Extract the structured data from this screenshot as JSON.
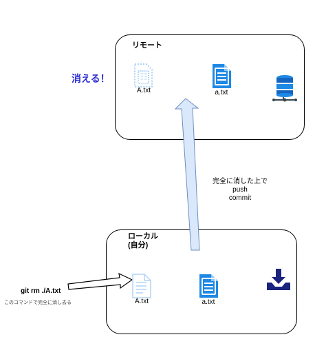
{
  "remote": {
    "title": "リモート",
    "files": [
      {
        "name": "A.txt",
        "icon": "document-ghost-icon"
      },
      {
        "name": "a.txt",
        "icon": "document-icon"
      }
    ],
    "server_icon": "database-server-icon",
    "disappear_note": "消える！"
  },
  "local": {
    "title_line1": "ローカル",
    "title_line2": "(自分)",
    "files": [
      {
        "name": "A.txt",
        "icon": "document-ghost-icon"
      },
      {
        "name": "a.txt",
        "icon": "document-icon"
      }
    ],
    "download_icon": "download-tray-icon"
  },
  "command": {
    "text": "git rm ./A.txt",
    "caption": "このコマンドで完全に消し去る"
  },
  "push_note": {
    "line1": "完全に消した上で",
    "line2": "push",
    "line3": "commit"
  },
  "colors": {
    "icon_blue": "#1e88e5",
    "icon_light": "#90c4f5",
    "arrow_fill": "#dae8fc",
    "arrow_stroke": "#6c8ebf",
    "note_blue": "#2a2ad4",
    "navy": "#1a237e"
  }
}
